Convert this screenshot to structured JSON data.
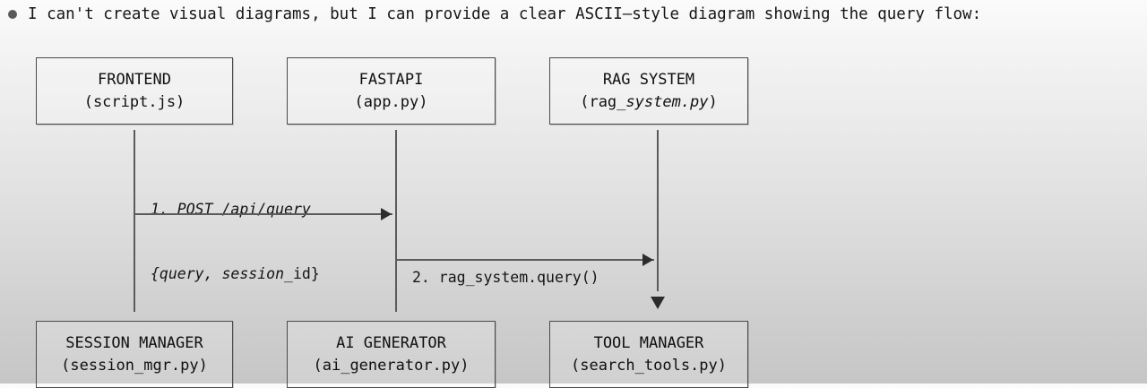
{
  "intro": {
    "bullet": "bullet-dot",
    "text": "I can't create visual diagrams, but I can provide a clear ASCII—style diagram showing the query flow:"
  },
  "diagram": {
    "title": "query flow sequence diagram",
    "type": "sequence",
    "top_nodes": [
      {
        "id": "frontend",
        "title": "FRONTEND",
        "subtitle_plain": "(script.js)",
        "subtitle_pre": "(script.js)",
        "subtitle_italic": "",
        "subtitle_post": ""
      },
      {
        "id": "fastapi",
        "title": "FASTAPI",
        "subtitle_plain": "(app.py)",
        "subtitle_pre": "(app.py)",
        "subtitle_italic": "",
        "subtitle_post": ""
      },
      {
        "id": "rag-system",
        "title": "RAG SYSTEM",
        "subtitle_plain": "(rag_system.py)",
        "subtitle_pre": "(rag",
        "subtitle_italic": "_system.py",
        "subtitle_post": ")"
      }
    ],
    "bottom_nodes": [
      {
        "id": "session-manager",
        "title": "SESSION MANAGER",
        "subtitle_plain": "(session_mgr.py)",
        "subtitle_pre": "(session_mgr.py)",
        "subtitle_italic": "",
        "subtitle_post": ""
      },
      {
        "id": "ai-generator",
        "title": "AI GENERATOR",
        "subtitle_plain": "(ai_generator.py)",
        "subtitle_pre": "(ai_generator.py)",
        "subtitle_italic": "",
        "subtitle_post": ""
      },
      {
        "id": "tool-manager",
        "title": "TOOL MANAGER",
        "subtitle_plain": "(search_tools.py)",
        "subtitle_pre": "(search_tools.py)",
        "subtitle_italic": "",
        "subtitle_post": ""
      }
    ],
    "messages": [
      {
        "id": "msg-1",
        "from": "frontend",
        "to": "fastapi",
        "line1_italic": "1. POST /api/query",
        "line2_italic": "{query, session_",
        "line2_plain": "id}",
        "full_text": "1. POST /api/query {query, session_id}"
      },
      {
        "id": "msg-2",
        "from": "fastapi",
        "to": "rag-system",
        "line1_plain": "2. rag_system.query()",
        "full_text": "2. rag_system.query()"
      }
    ],
    "arrowheads": [
      {
        "id": "arrowhead-msg-1",
        "direction": "right"
      },
      {
        "id": "arrowhead-msg-2",
        "direction": "right"
      },
      {
        "id": "arrowhead-rag-down",
        "direction": "down"
      }
    ]
  },
  "colors": {
    "text": "#151515",
    "line": "#5b5b5b",
    "box_border": "#4a4a4a",
    "arrowhead": "#2c2c2c",
    "bullet": "#5a5a5a",
    "bg_top": "#fbfbfb",
    "bg_bottom": "#c6c6c6"
  }
}
